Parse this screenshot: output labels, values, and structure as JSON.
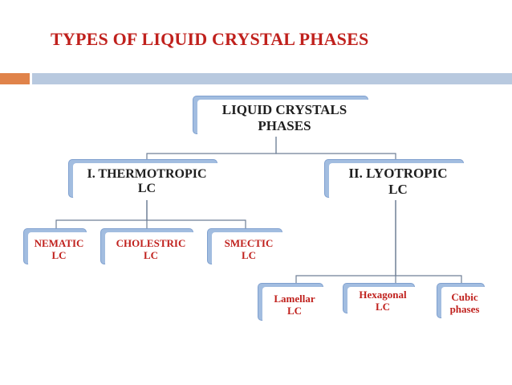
{
  "title": "TYPES OF LIQUID CRYSTAL PHASES",
  "colors": {
    "title": "#c0211d",
    "accent_bar": "#e0834a",
    "main_bar": "#b8c9df",
    "connector": "#6f7f96",
    "node_shadow": "#a2bde0",
    "node_text_dark": "#1f1f1f",
    "node_text_red": "#c0211d"
  },
  "nodes": {
    "root": {
      "line1": "LIQUID CRYSTALS",
      "line2": "PHASES"
    },
    "thermotropic": {
      "line1": "I. THERMOTROPIC",
      "line2": "LC"
    },
    "lyotropic": {
      "line1": "II. LYOTROPIC",
      "line2": "LC"
    },
    "nematic": {
      "line1": "NEMATIC",
      "line2": "LC"
    },
    "cholestric": {
      "line1": "CHOLESTRIC",
      "line2": "LC"
    },
    "smectic": {
      "line1": "SMECTIC",
      "line2": "LC"
    },
    "lamellar": {
      "line1": "Lamellar",
      "line2": "LC"
    },
    "hexagonal": {
      "line1": "Hexagonal",
      "line2": "LC"
    },
    "cubic": {
      "line1": "Cubic",
      "line2": "phases"
    }
  },
  "edges": [
    [
      "root",
      "thermotropic"
    ],
    [
      "root",
      "lyotropic"
    ],
    [
      "thermotropic",
      "nematic"
    ],
    [
      "thermotropic",
      "cholestric"
    ],
    [
      "thermotropic",
      "smectic"
    ],
    [
      "lyotropic",
      "lamellar"
    ],
    [
      "lyotropic",
      "hexagonal"
    ],
    [
      "lyotropic",
      "cubic"
    ]
  ]
}
